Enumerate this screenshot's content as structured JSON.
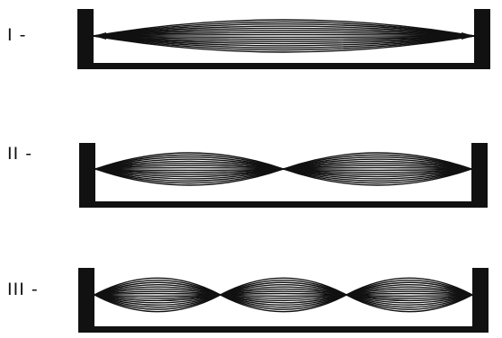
{
  "colors": {
    "ink": "#111111",
    "background": "#ffffff"
  },
  "panels": [
    {
      "label": "I -",
      "loops": 1,
      "lines_per_loop": 8
    },
    {
      "label": "II -",
      "loops": 2,
      "lines_per_loop": 8
    },
    {
      "label": "III -",
      "loops": 3,
      "lines_per_loop": 8
    }
  ]
}
